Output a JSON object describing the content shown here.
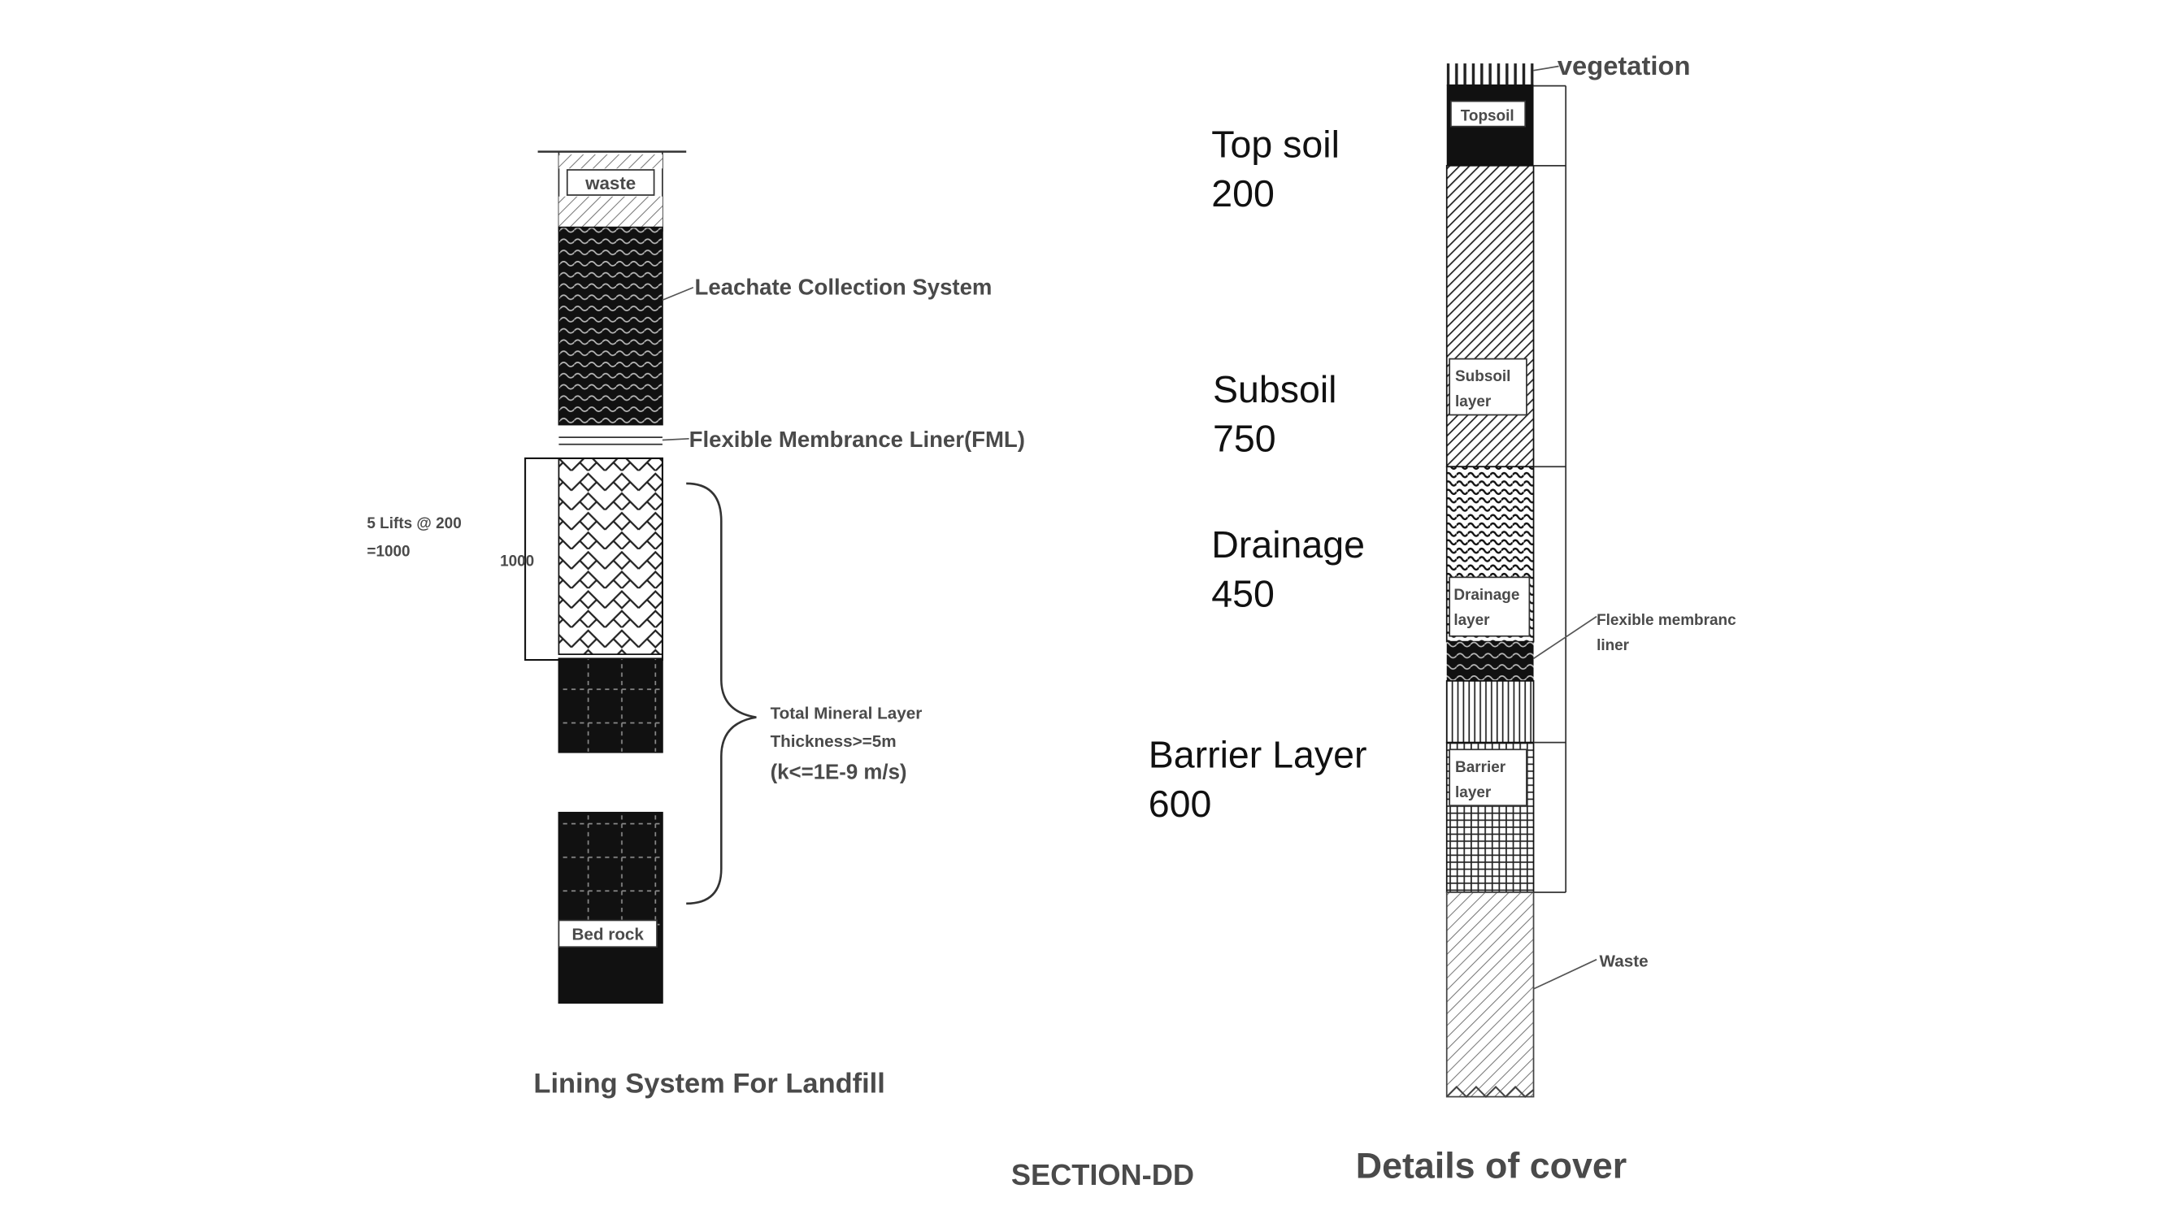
{
  "left_diagram": {
    "labels": {
      "waste": "waste",
      "leachate": "Leachate Collection System",
      "fml": "Flexible Membrance Liner(FML)",
      "lifts_line1": "5 Lifts @ 200",
      "lifts_line2": "=1000",
      "lifts_value": "1000",
      "mineral_line1": "Total Mineral Layer",
      "mineral_line2": "Thickness>=5m",
      "mineral_line3": "(k<=1E-9  m/s)",
      "bedrock": "Bed rock"
    },
    "caption": "Lining System For Landfill"
  },
  "section_caption": "SECTION-DD",
  "right_diagram": {
    "labels": {
      "vegetation": "vegetation",
      "topsoil_box": "Topsoil",
      "subsoil_box_1": "Subsoil",
      "subsoil_box_2": "layer",
      "drainage_box_1": "Drainage",
      "drainage_box_2": "layer",
      "barrier_box_1": "Barrier",
      "barrier_box_2": "layer",
      "fml_1": "Flexible membranc",
      "fml_2": "liner",
      "waste": "Waste"
    },
    "caption": "Details of cover"
  },
  "annotations": [
    {
      "name": "Top soil",
      "value": "200"
    },
    {
      "name": "Subsoil",
      "value": "750"
    },
    {
      "name": "Drainage",
      "value": "450"
    },
    {
      "name": "Barrier Layer",
      "value": "600"
    }
  ]
}
